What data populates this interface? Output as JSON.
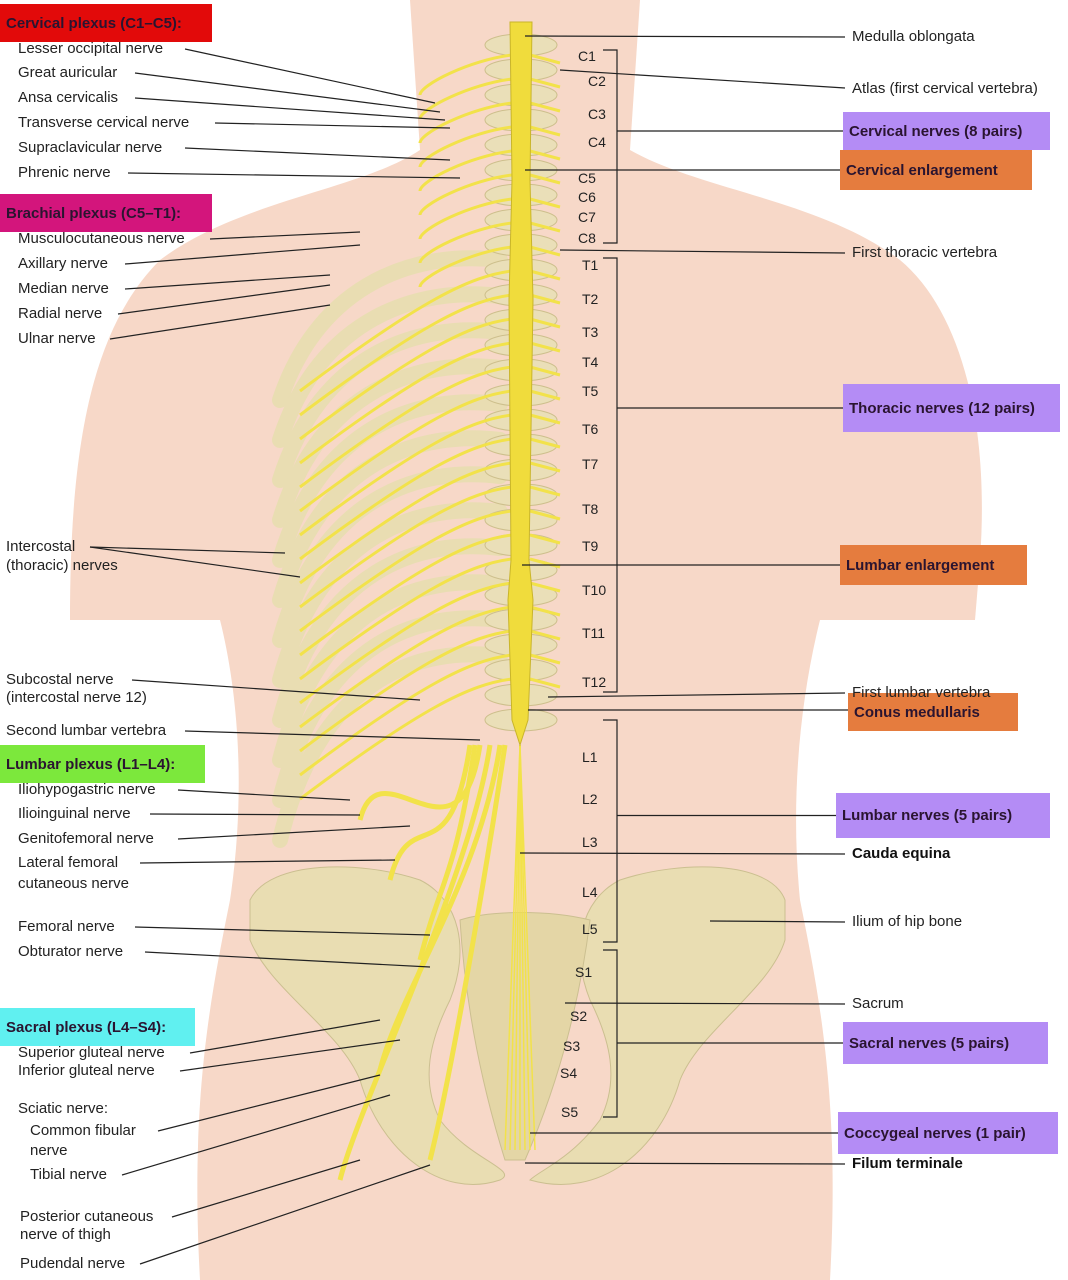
{
  "colors": {
    "cervical_plexus": "#e20a0a",
    "brachial_plexus": "#d3157c",
    "lumbar_plexus": "#7ce83c",
    "sacral_plexus": "#60f0f0",
    "nerve_count": "#b48cf5",
    "enlargement": "#e57c3e",
    "nerve": "#f2e24a",
    "skin": "#f7d8c8",
    "bone": "#e9ddb2"
  },
  "left_labels": {
    "cervical_plexus": "Cervical plexus (C1–C5):",
    "lesser_occipital": "Lesser occipital nerve",
    "great_auricular": "Great auricular",
    "ansa_cervicalis": "Ansa cervicalis",
    "transverse_cervical": "Transverse cervical nerve",
    "supraclavicular": "Supraclavicular nerve",
    "phrenic": "Phrenic nerve",
    "brachial_plexus": "Brachial plexus (C5–T1):",
    "musculocutaneous": "Musculocutaneous nerve",
    "axillary": "Axillary nerve",
    "median": "Median nerve",
    "radial": "Radial nerve",
    "ulnar": "Ulnar nerve",
    "intercostal_1": "Intercostal",
    "intercostal_2": "(thoracic) nerves",
    "subcostal_1": "Subcostal nerve",
    "subcostal_2": "(intercostal nerve 12)",
    "second_lumbar": "Second lumbar vertebra",
    "lumbar_plexus": "Lumbar plexus (L1–L4):",
    "iliohypogastric": "Iliohypogastric nerve",
    "ilioinguinal": "Ilioinguinal nerve",
    "genitofemoral": "Genitofemoral nerve",
    "lat_femoral_1": "Lateral femoral",
    "lat_femoral_2": "cutaneous nerve",
    "femoral": "Femoral nerve",
    "obturator": "Obturator nerve",
    "sacral_plexus": "Sacral plexus (L4–S4):",
    "superior_gluteal": "Superior gluteal nerve",
    "inferior_gluteal": "Inferior gluteal nerve",
    "sciatic": "Sciatic nerve:",
    "common_fibular_1": "Common fibular",
    "common_fibular_2": "nerve",
    "tibial": "Tibial nerve",
    "post_cutaneous_1": "Posterior cutaneous",
    "post_cutaneous_2": "nerve of thigh",
    "pudendal": "Pudendal nerve"
  },
  "right_labels": {
    "medulla": "Medulla oblongata",
    "atlas": "Atlas (first cervical vertebra)",
    "cervical_nerves": "Cervical nerves (8 pairs)",
    "cervical_enlargement": "Cervical enlargement",
    "first_thoracic": "First thoracic vertebra",
    "thoracic_nerves": "Thoracic nerves (12 pairs)",
    "lumbar_enlargement": "Lumbar enlargement",
    "first_lumbar": "First lumbar vertebra",
    "conus": "Conus medullaris",
    "lumbar_nerves": "Lumbar nerves (5 pairs)",
    "cauda": "Cauda equina",
    "ilium": "Ilium of hip bone",
    "sacrum": "Sacrum",
    "sacral_nerves": "Sacral nerves (5 pairs)",
    "coccygeal_nerves": "Coccygeal nerves (1 pair)",
    "filum": "Filum terminale"
  },
  "vertebrae": [
    "C1",
    "C2",
    "C3",
    "C4",
    "C5",
    "C6",
    "C7",
    "C8",
    "T1",
    "T2",
    "T3",
    "T4",
    "T5",
    "T6",
    "T7",
    "T8",
    "T9",
    "T10",
    "T11",
    "T12",
    "L1",
    "L2",
    "L3",
    "L4",
    "L5",
    "S1",
    "S2",
    "S3",
    "S4",
    "S5"
  ]
}
